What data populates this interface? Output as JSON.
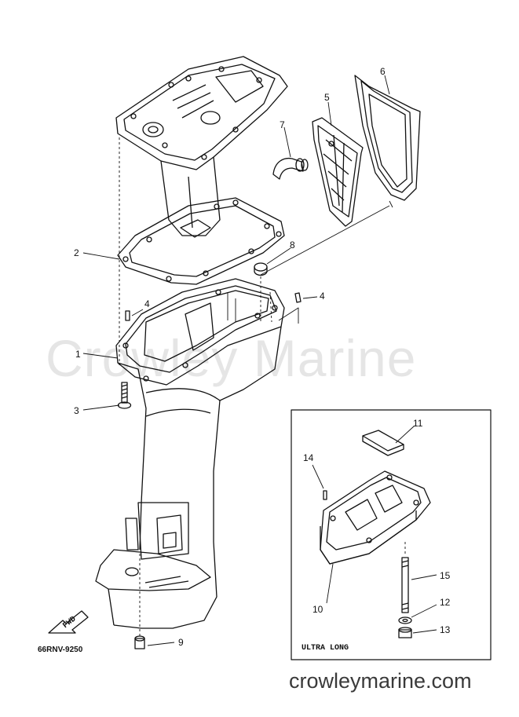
{
  "diagram": {
    "watermark": "Crowley Marine",
    "footer_url": "crowleymarine.com",
    "drawing_code": "66RNV-9250",
    "inset_label": "ULTRA LONG",
    "fwd_label": "FWD",
    "callouts": [
      "1",
      "2",
      "3",
      "4",
      "4",
      "5",
      "6",
      "7",
      "8",
      "9",
      "10",
      "11",
      "12",
      "13",
      "14",
      "15"
    ]
  }
}
